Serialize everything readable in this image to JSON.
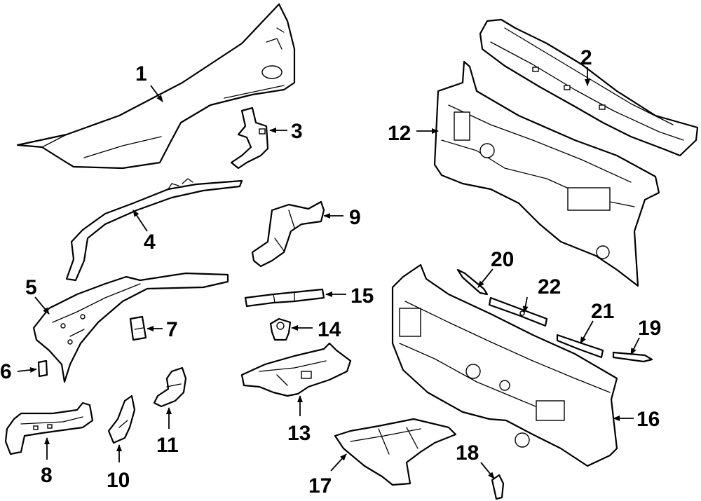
{
  "callouts": [
    {
      "id": "1",
      "label": "1"
    },
    {
      "id": "2",
      "label": "2"
    },
    {
      "id": "3",
      "label": "3"
    },
    {
      "id": "4",
      "label": "4"
    },
    {
      "id": "5",
      "label": "5"
    },
    {
      "id": "6",
      "label": "6"
    },
    {
      "id": "7",
      "label": "7"
    },
    {
      "id": "8",
      "label": "8"
    },
    {
      "id": "9",
      "label": "9"
    },
    {
      "id": "10",
      "label": "10"
    },
    {
      "id": "11",
      "label": "11"
    },
    {
      "id": "12",
      "label": "12"
    },
    {
      "id": "13",
      "label": "13"
    },
    {
      "id": "14",
      "label": "14"
    },
    {
      "id": "15",
      "label": "15"
    },
    {
      "id": "16",
      "label": "16"
    },
    {
      "id": "17",
      "label": "17"
    },
    {
      "id": "18",
      "label": "18"
    },
    {
      "id": "19",
      "label": "19"
    },
    {
      "id": "20",
      "label": "20"
    },
    {
      "id": "21",
      "label": "21"
    },
    {
      "id": "22",
      "label": "22"
    }
  ]
}
